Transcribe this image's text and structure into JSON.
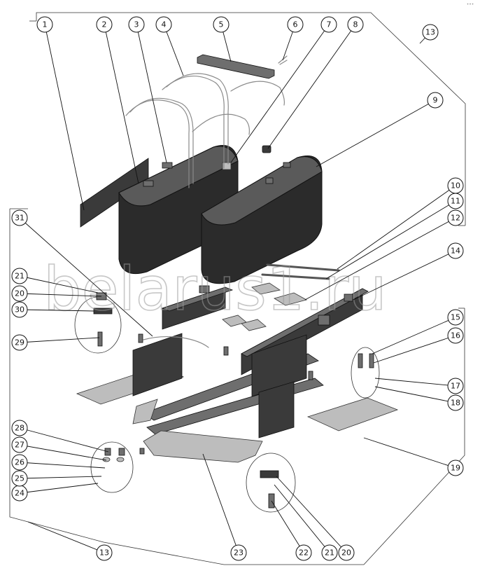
{
  "corner_mark": "•••",
  "watermark": "belarus1.ru",
  "callouts": [
    "1",
    "2",
    "3",
    "4",
    "5",
    "6",
    "7",
    "8",
    "9",
    "10",
    "11",
    "12",
    "13",
    "14",
    "15",
    "16",
    "17",
    "18",
    "19",
    "20",
    "21",
    "22",
    "23",
    "24",
    "25",
    "26",
    "27",
    "28",
    "29",
    "30",
    "31"
  ],
  "callouts_repeat": [
    "13",
    "20",
    "21"
  ]
}
